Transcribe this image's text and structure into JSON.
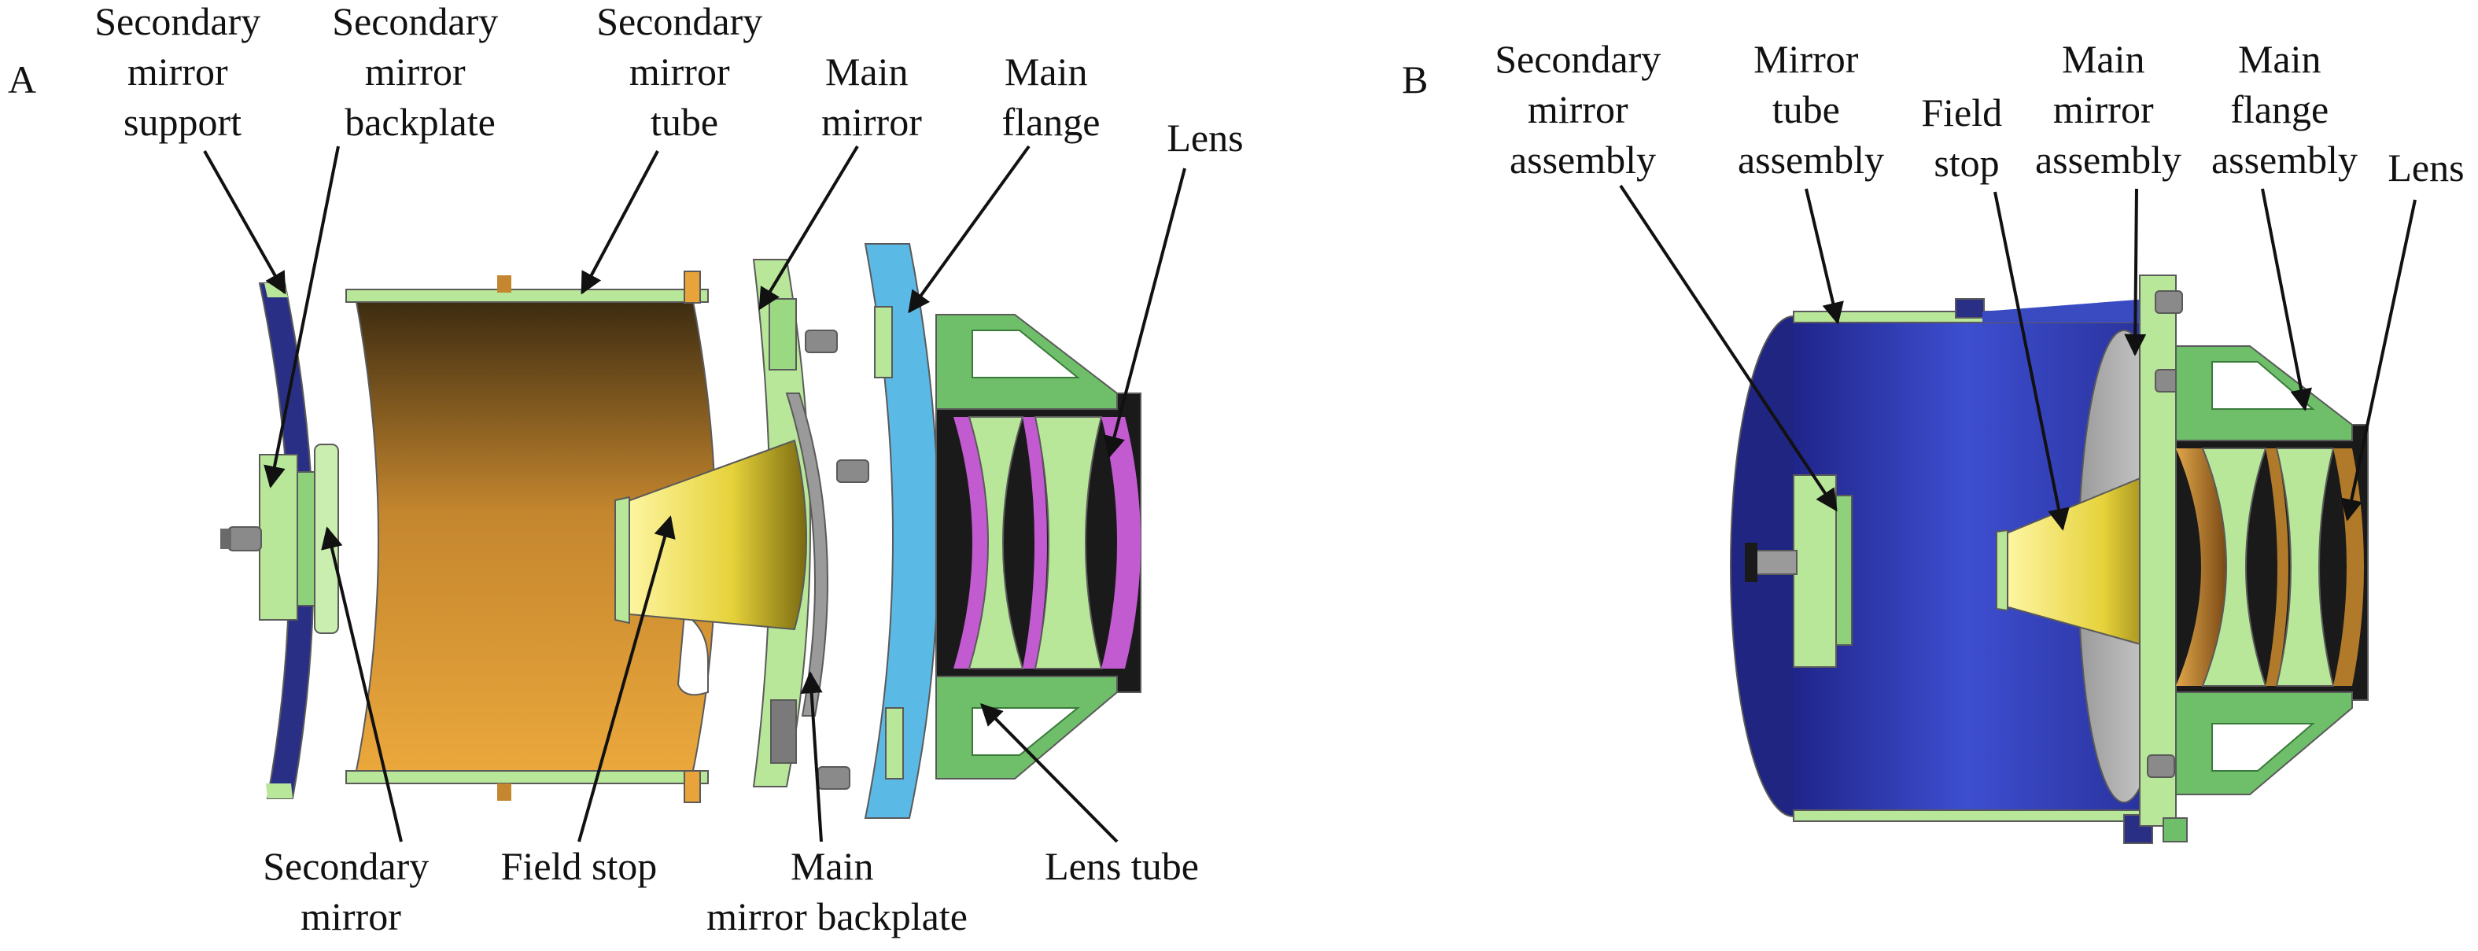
{
  "panels": {
    "a": {
      "letter": "A",
      "labels": {
        "secondary_mirror_support": [
          "Secondary",
          "mirror",
          "support"
        ],
        "secondary_mirror_backplate": [
          "Secondary",
          "mirror",
          "backplate"
        ],
        "secondary_mirror_tube": [
          "Secondary",
          "mirror",
          "tube"
        ],
        "main_mirror": [
          "Main",
          "mirror"
        ],
        "main_flange": [
          "Main",
          "flange"
        ],
        "lens": [
          "Lens"
        ],
        "secondary_mirror": [
          "Secondary",
          "mirror"
        ],
        "field_stop": [
          "Field stop"
        ],
        "main_mirror_backplate": [
          "Main",
          "mirror backplate"
        ],
        "lens_tube": [
          "Lens tube"
        ]
      }
    },
    "b": {
      "letter": "B",
      "labels": {
        "secondary_mirror_assembly": [
          "Secondary",
          "mirror",
          "assembly"
        ],
        "mirror_tube_assembly": [
          "Mirror",
          "tube",
          "assembly"
        ],
        "field_stop": [
          "Field",
          "stop"
        ],
        "main_mirror_assembly": [
          "Main",
          "mirror",
          "assembly"
        ],
        "main_flange_assembly": [
          "Main",
          "flange",
          "assembly"
        ],
        "lens": [
          "Lens"
        ]
      }
    }
  },
  "colors": {
    "green": "#b9e79a",
    "green_dark": "#6fbf6a",
    "navy": "#2a2f86",
    "blue": "#3a4bc2",
    "orange": "#e8a33a",
    "orange_dark": "#3a2a10",
    "yellow": "#f2e25a",
    "sky": "#5bb9e6",
    "magenta": "#c25ad0",
    "bronze": "#b07a2a",
    "gray": "#a8a8a8",
    "ink": "#111111"
  }
}
